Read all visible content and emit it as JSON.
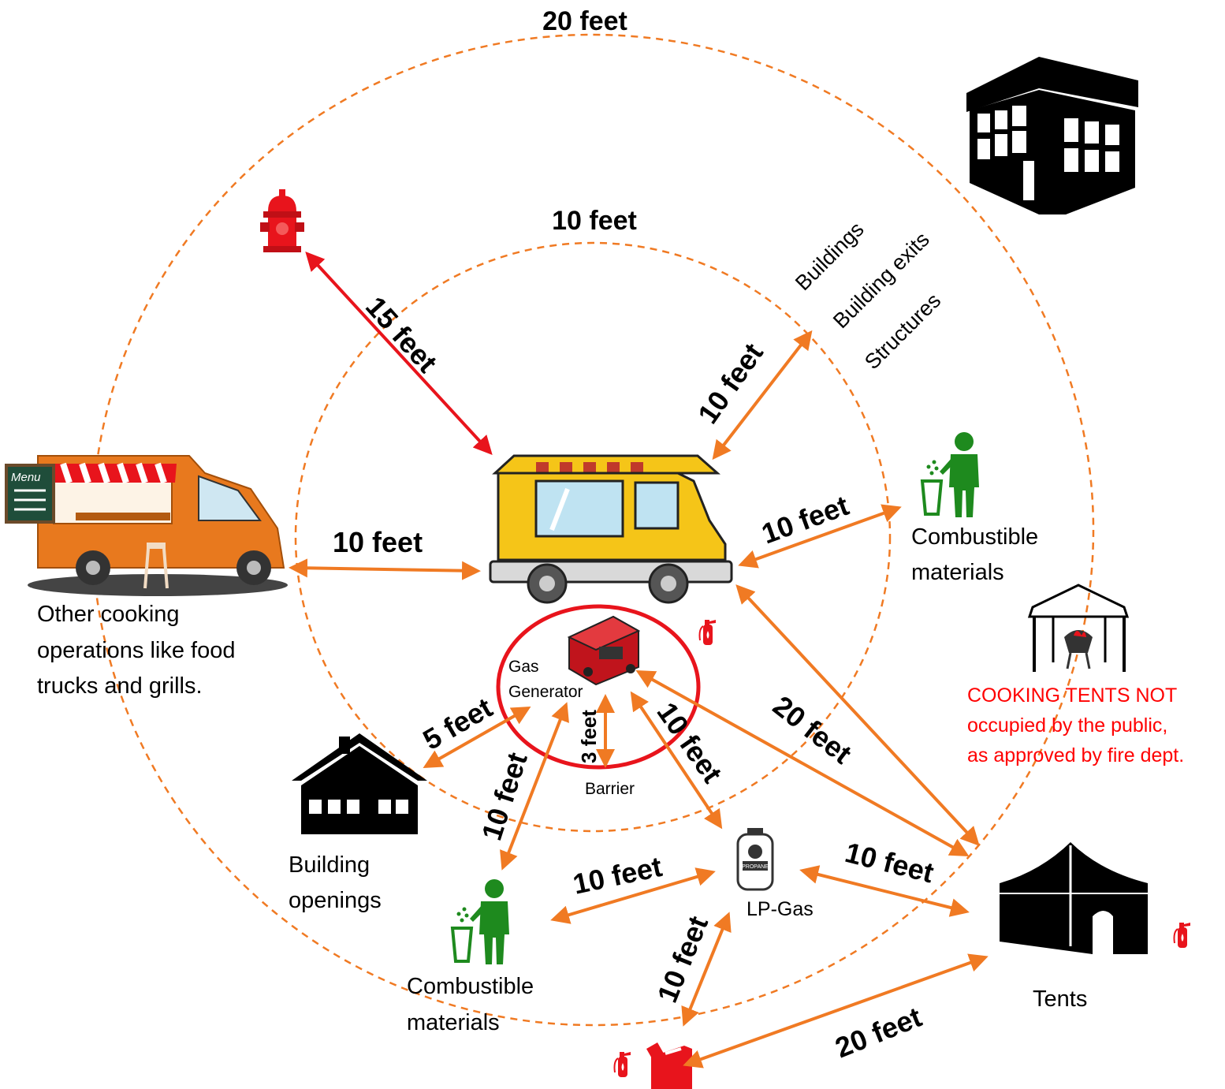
{
  "rings": {
    "outer_label": "20 feet",
    "inner_label": "10 feet"
  },
  "distances": {
    "hydrant": "15 feet",
    "buildings": "10 feet",
    "combustible_right": "10 feet",
    "food_truck": "10 feet",
    "tents_from_truck": "20 feet",
    "building_openings": "5 feet",
    "barrier": "3 feet",
    "lpgas_from_generator": "10 feet",
    "combustible_bottom": "10 feet",
    "lpgas_to_combustible": "10 feet",
    "lpgas_to_tents": "10 feet",
    "lpgas_to_fuel_can": "10 feet",
    "fuel_can_to_tents": "20 feet"
  },
  "labels": {
    "buildings": "Buildings",
    "building_exits": "Building exits",
    "structures": "Structures",
    "combustible_right_1": "Combustible",
    "combustible_right_2": "materials",
    "other_cooking_1": "Other cooking",
    "other_cooking_2": "operations like food",
    "other_cooking_3": "trucks and grills.",
    "generator_1": "Gas",
    "generator_2": "Generator",
    "barrier": "Barrier",
    "building_openings_1": "Building",
    "building_openings_2": "openings",
    "lpgas": "LP-Gas",
    "combustible_bottom_1": "Combustible",
    "combustible_bottom_2": "materials",
    "tents": "Tents",
    "cooking_tents_1": "COOKING TENTS NOT",
    "cooking_tents_2": "occupied by the public,",
    "cooking_tents_3": "as approved by fire dept."
  },
  "icon_text": {
    "menu_board": "Menu",
    "propane_tank": "PROPANE"
  },
  "colors": {
    "ring": "#f07a23",
    "arrow_orange": "#f07a23",
    "arrow_red": "#e8141c",
    "generator_circle": "#e8141c",
    "warning_text": "#ff0000",
    "trash_green": "#1e8a1e",
    "truck_yellow": "#f5c518",
    "van_orange": "#e8791e"
  }
}
